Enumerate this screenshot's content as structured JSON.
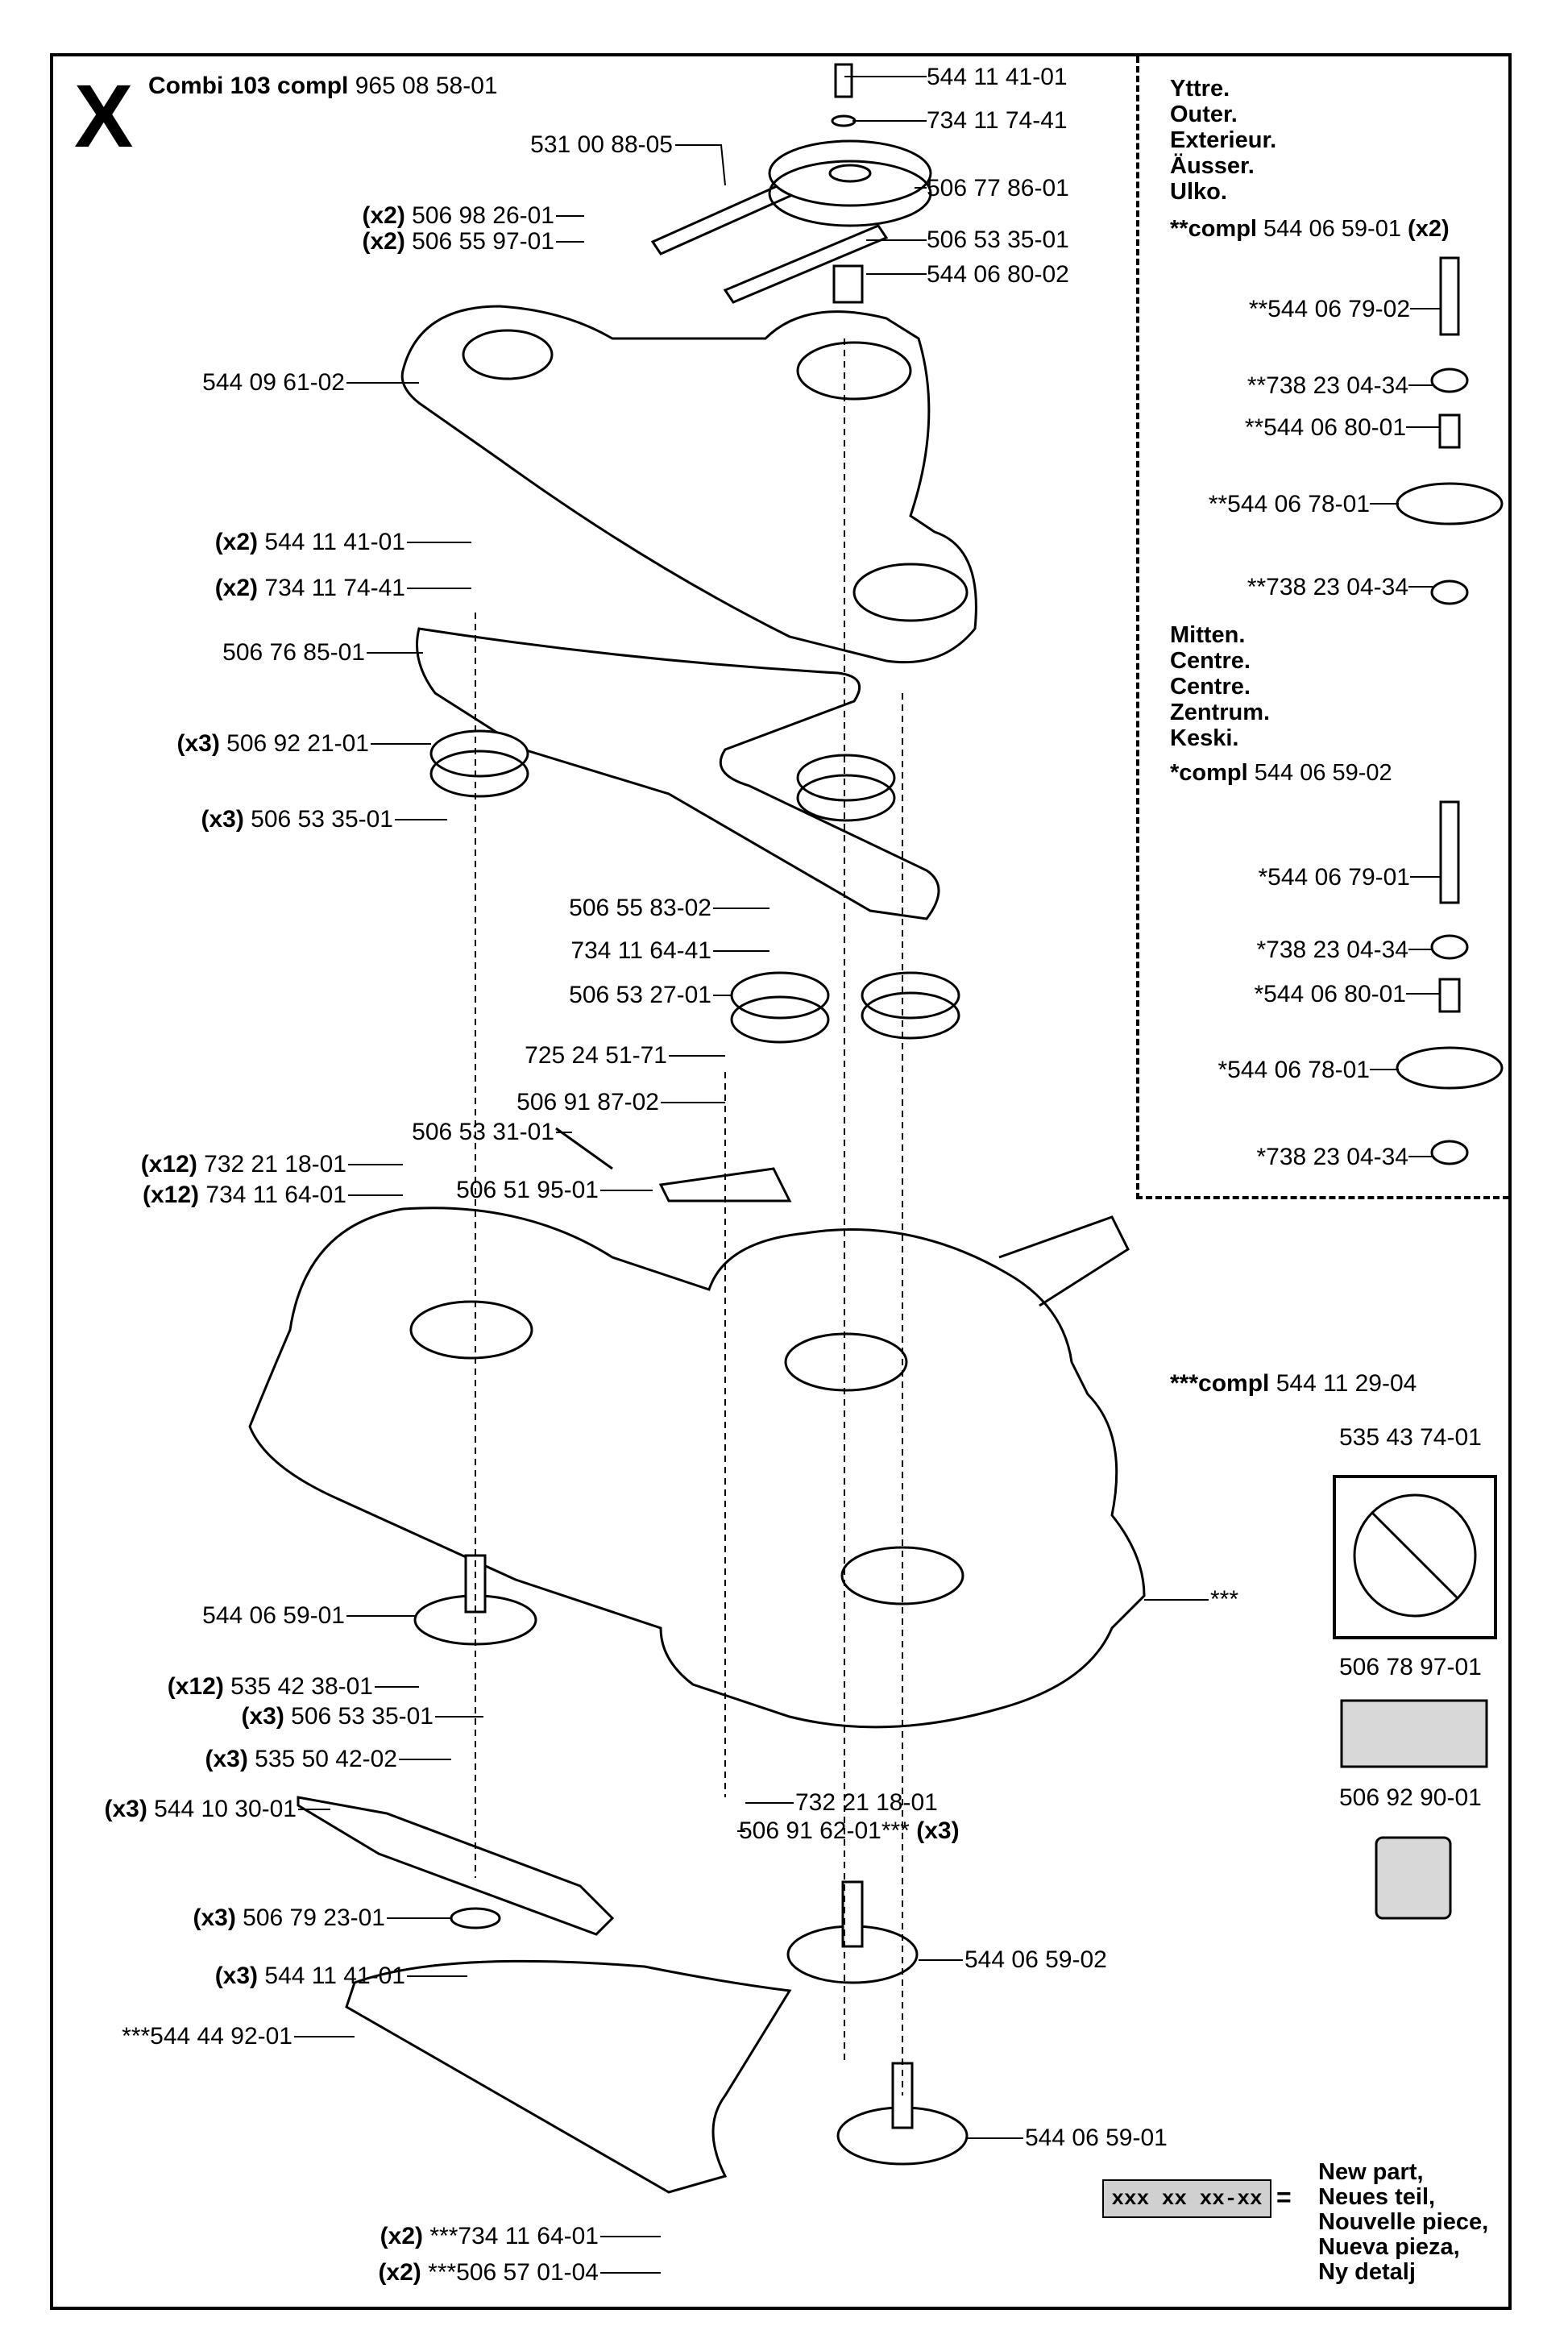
{
  "header": {
    "section_letter": "X",
    "title_bold": "Combi 103  compl",
    "title_number": "965 08 58-01"
  },
  "inset": {
    "outer_lines": [
      "Yttre.",
      "Outer.",
      "Exterieur.",
      "Äusser.",
      "Ulko."
    ],
    "outer_compl_prefix": "**compl",
    "outer_compl_number": "544 06 59-01",
    "outer_compl_qty": "(x2)",
    "outer_parts": [
      "**544 06 79-02",
      "**738 23 04-34",
      "**544 06 80-01",
      "**544 06 78-01",
      "**738 23 04-34"
    ],
    "centre_lines": [
      "Mitten.",
      "Centre.",
      "Centre.",
      "Zentrum.",
      "Keski."
    ],
    "centre_compl_prefix": "*compl",
    "centre_compl_number": "544 06 59-02",
    "centre_parts": [
      "*544 06 79-01",
      "*738 23 04-34",
      "*544 06 80-01",
      "*544 06 78-01",
      "*738 23 04-34"
    ]
  },
  "deck_compl": {
    "prefix": "***compl",
    "number": "544 11 29-04"
  },
  "decals": [
    {
      "number": "535 43 74-01"
    },
    {
      "number": "506 78 97-01"
    },
    {
      "number": "506 92 90-01"
    }
  ],
  "legend": {
    "box": "xxx xx xx-xx",
    "equals": "=",
    "text": "New part,\nNeues teil,\nNouvelle piece,\nNueva pieza,\nNy detalj"
  },
  "callouts": [
    {
      "qty": "",
      "number": "544 11 41-01"
    },
    {
      "qty": "",
      "number": "734 11 74-41"
    },
    {
      "qty": "",
      "number": "531 00 88-05"
    },
    {
      "qty": "",
      "number": "506 77 86-01"
    },
    {
      "qty": "(x2)",
      "number": "506 98 26-01"
    },
    {
      "qty": "(x2)",
      "number": "506 55 97-01"
    },
    {
      "qty": "",
      "number": "506 53 35-01"
    },
    {
      "qty": "",
      "number": "544 06 80-02"
    },
    {
      "qty": "",
      "number": "544 09 61-02"
    },
    {
      "qty": "(x2)",
      "number": "544 11 41-01"
    },
    {
      "qty": "(x2)",
      "number": "734 11 74-41"
    },
    {
      "qty": "",
      "number": "506 76 85-01"
    },
    {
      "qty": "(x3)",
      "number": "506 92 21-01"
    },
    {
      "qty": "(x3)",
      "number": "506 53 35-01"
    },
    {
      "qty": "",
      "number": "506 55 83-02"
    },
    {
      "qty": "",
      "number": "734 11 64-41"
    },
    {
      "qty": "",
      "number": "506 53 27-01"
    },
    {
      "qty": "",
      "number": "725 24 51-71"
    },
    {
      "qty": "",
      "number": "506 91 87-02"
    },
    {
      "qty": "",
      "number": "506 53 31-01"
    },
    {
      "qty": "(x12)",
      "number": "732 21 18-01"
    },
    {
      "qty": "(x12)",
      "number": "734 11 64-01"
    },
    {
      "qty": "",
      "number": "506 51 95-01"
    },
    {
      "qty": "",
      "number": "544 06 59-01"
    },
    {
      "qty": "(x12)",
      "number": "535 42 38-01"
    },
    {
      "qty": "(x3)",
      "number": "506 53 35-01"
    },
    {
      "qty": "(x3)",
      "number": "535 50 42-02"
    },
    {
      "qty": "(x3)",
      "number": "544 10 30-01"
    },
    {
      "qty": "(x3)",
      "number": "506 79 23-01"
    },
    {
      "qty": "(x3)",
      "number": "544 11 41-01"
    },
    {
      "qty": "",
      "number": "***544 44 92-01"
    },
    {
      "qty": "",
      "number": "732 21 18-01"
    },
    {
      "qty": "(x3)",
      "number": "506 91 62-01***"
    },
    {
      "qty": "",
      "number": "544 06 59-02"
    },
    {
      "qty": "",
      "number": "544 06 59-01"
    },
    {
      "qty": "(x2)",
      "number": "***734 11 64-01"
    },
    {
      "qty": "(x2)",
      "number": "***506 57 01-04"
    },
    {
      "qty": "",
      "number": "***"
    }
  ]
}
